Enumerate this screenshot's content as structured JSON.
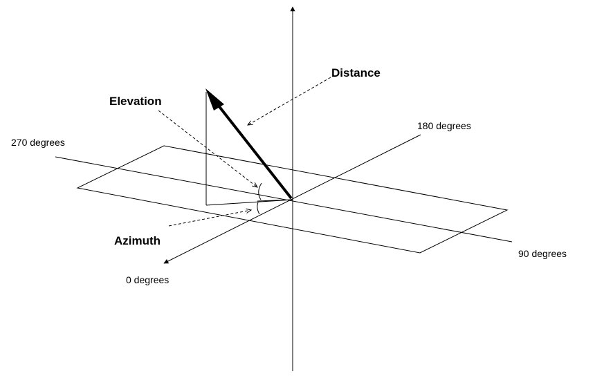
{
  "labels": {
    "distance": "Distance",
    "elevation": "Elevation",
    "azimuth": "Azimuth",
    "deg_270": "270 degrees",
    "deg_180": "180 degrees",
    "deg_90": "90 degrees",
    "deg_0": "0 degrees"
  },
  "colors": {
    "background": "#ffffff",
    "ink": "#000000"
  }
}
